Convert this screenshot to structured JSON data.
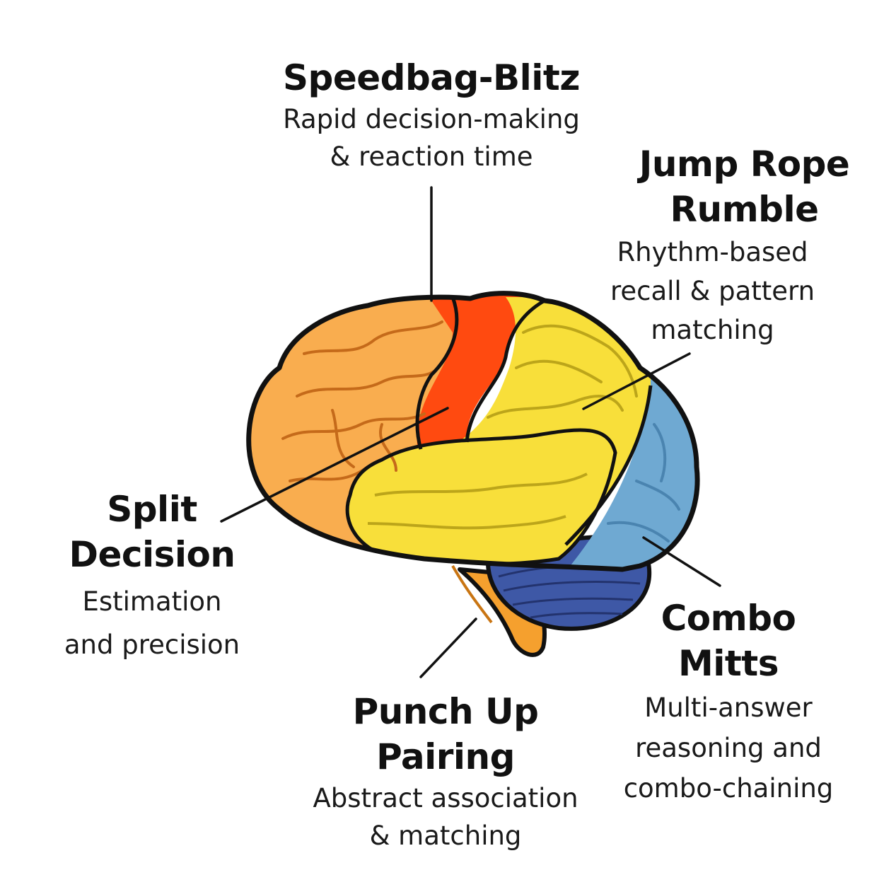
{
  "regions": {
    "speedbag": {
      "title": "Speedbag-Blitz",
      "desc_lines": [
        "Rapid decision-making",
        "& reaction time"
      ],
      "color": "#ff4a10"
    },
    "jumprope": {
      "title_lines": [
        "Jump Rope",
        "Rumble"
      ],
      "desc_lines": [
        "Rhythm-based",
        "recall & pattern",
        "matching"
      ],
      "color": "#f8df3a"
    },
    "split": {
      "title_lines": [
        "Split",
        "Decision"
      ],
      "desc_lines": [
        "Estimation",
        "and precision"
      ],
      "color": "#f9ad4f"
    },
    "punch": {
      "title_lines": [
        "Punch Up",
        "Pairing"
      ],
      "desc_lines": [
        "Abstract association",
        "& matching"
      ],
      "color": "#f5a02e"
    },
    "combo": {
      "title_lines": [
        "Combo",
        "Mitts"
      ],
      "desc_lines": [
        "Multi-answer",
        "reasoning and",
        "combo-chaining"
      ],
      "color": "#6fa9d2"
    }
  },
  "colors": {
    "outline": "#111111",
    "frontal": "#f9ad4f",
    "parietal_strip": "#ff4a10",
    "temporal": "#f8df3a",
    "occipital": "#6fa9d2",
    "cerebellum": "#3e58a6",
    "brainstem": "#f5a02e"
  }
}
